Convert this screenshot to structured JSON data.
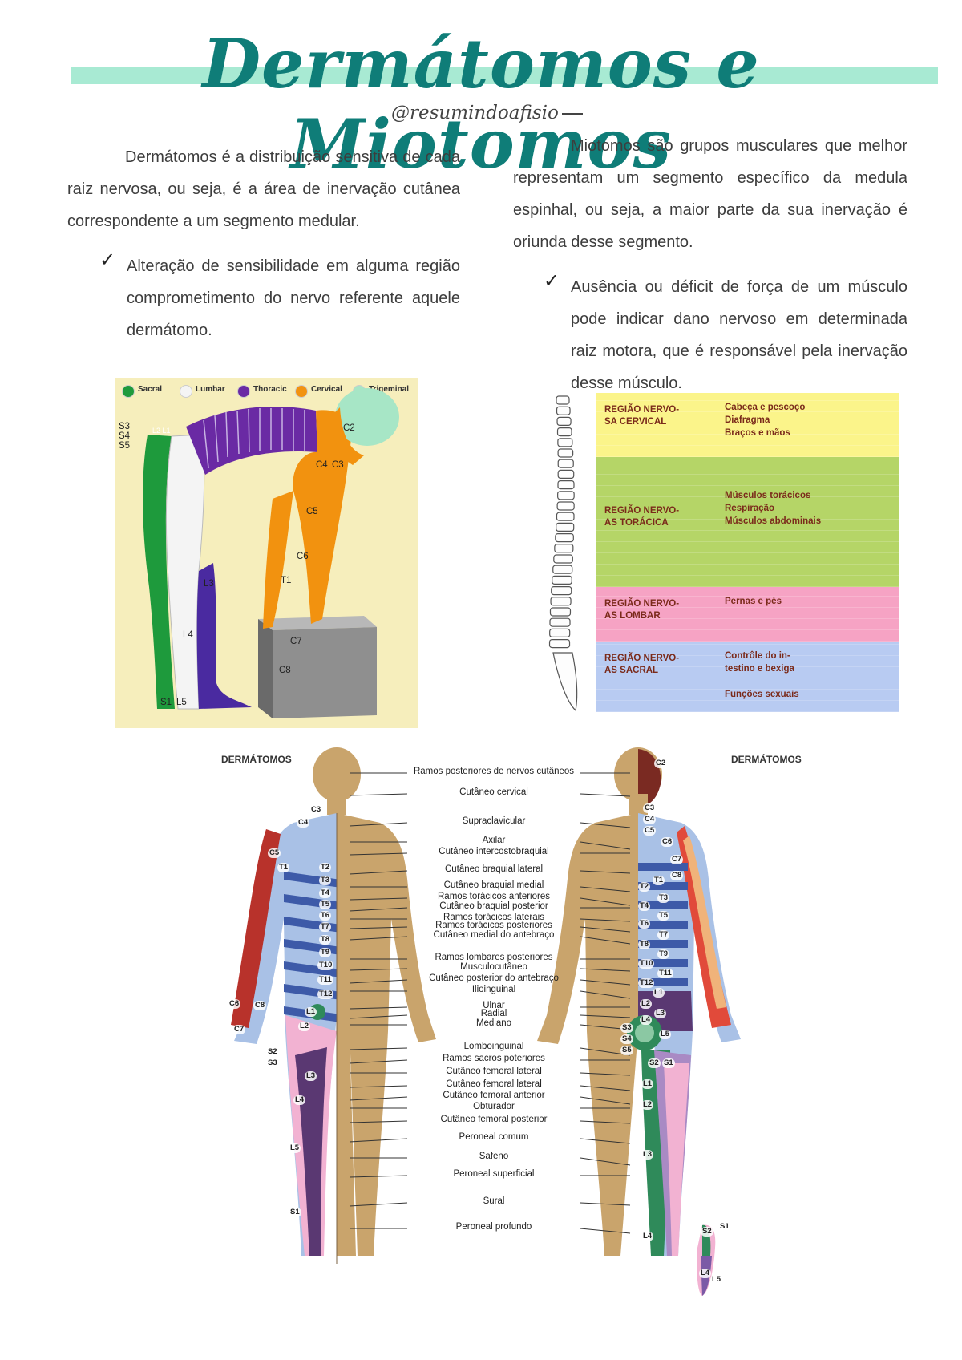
{
  "page": {
    "title": "Dermátomos e Miotomos",
    "handle": "@resumindoafisio"
  },
  "left_column": {
    "paragraph": "Dermátomos é a distribuição sensitiva de cada raiz nervosa, ou seja, é a área de inervação cutânea correspondente a um segmento medular.",
    "bullet": "Alteração de sensibilidade em alguma região comprometimento do nervo referente aquele dermátomo."
  },
  "right_column": {
    "paragraph": "Miotomos são grupos musculares que melhor representam um segmento específico da medula espinhal, ou seja, a maior parte da sua inervação é oriunda desse segmento.",
    "bullet": "Ausência ou déficit de força de um músculo pode indicar dano nervoso em determinada raiz motora, que é responsável pela inervação desse músculo."
  },
  "figure_bending": {
    "legend": [
      {
        "label": "Sacral",
        "color": "#1e9a3c"
      },
      {
        "label": "Lumbar",
        "color": "#f4f4f4"
      },
      {
        "label": "Thoracic",
        "color": "#6a2aa4"
      },
      {
        "label": "Cervical",
        "color": "#f2920f"
      },
      {
        "label": "Trigeminal",
        "color": "#a7e6c6"
      }
    ],
    "labels": [
      "S3",
      "S4",
      "S5",
      "L1",
      "L2",
      "L3",
      "L4",
      "L5",
      "C2",
      "C3",
      "C4",
      "C5",
      "C6",
      "C7",
      "C8",
      "T1",
      "S1"
    ],
    "background": "#f6eebc",
    "box_color": "#8a8a8a"
  },
  "figure_spine": {
    "regions": [
      {
        "name": "REGIÃO NERVO-\nSA CERVICAL",
        "functions": "Cabeça e pescoço\nDiafragma\nBraços e mãos",
        "color": "#fbf48a"
      },
      {
        "name": "REGIÃO NERVO-\nAS TORÁCICA",
        "functions": "Músculos torácicos\nRespiração\nMúsculos abdominais",
        "color": "#b5d567"
      },
      {
        "name": "REGIÃO NERVO-\nAS LOMBAR",
        "functions": "Pernas e pés",
        "color": "#f6a3c4"
      },
      {
        "name": "REGIÃO NERVO-\nAS SACRAL",
        "functions": "Contrôle do in-\ntestino e bexiga\n\nFunções sexuais",
        "color": "#b8cbf2"
      }
    ]
  },
  "figure_body": {
    "heading_left": "DERMÁTOMOS",
    "heading_right": "DERMÁTOMOS",
    "nerves": [
      "Ramos posteriores de nervos cutâneos",
      "Cutâneo cervical",
      "Supraclavicular",
      "Axilar",
      "Cutâneo intercostobraquial",
      "Cutâneo braquial lateral",
      "Cutâneo braquial medial",
      "Ramos torácicos anteriores",
      "Cutâneo braquial posterior",
      "Ramos torácicos laterais",
      "Ramos torácicos posteriores",
      "Cutâneo medial do antebraço",
      "Ramos lombares posteriores",
      "Musculocutâneo",
      "Cutâneo posterior do antebraço",
      "Ilioinguinal",
      "Ulnar",
      "Radial",
      "Mediano",
      "Lomboinguinal",
      "Ramos sacros poteriores",
      "Cutâneo femoral lateral",
      "Cutâneo femoral lateral",
      "Cutâneo femoral anterior",
      "Obturador",
      "Cutâneo femoral posterior",
      "Peroneal comum",
      "Safeno",
      "Peroneal superficial",
      "Sural",
      "Peroneal profundo"
    ],
    "left_labels": [
      "C3",
      "C4",
      "C5",
      "T1",
      "T2",
      "T3",
      "T4",
      "T5",
      "T6",
      "T7",
      "T8",
      "T9",
      "T10",
      "T11",
      "T12",
      "C6",
      "C8",
      "C7",
      "L1",
      "L2",
      "S2",
      "S3",
      "L3",
      "L4",
      "L5",
      "S1"
    ],
    "right_labels": [
      "C2",
      "C3",
      "C4",
      "C5",
      "C6",
      "C7",
      "C8",
      "T1",
      "T2",
      "T3",
      "T4",
      "T5",
      "T6",
      "T7",
      "T8",
      "T9",
      "T10",
      "T11",
      "T12",
      "L1",
      "L2",
      "L3",
      "L4",
      "L5",
      "S3",
      "S4",
      "S5",
      "S2",
      "S1",
      "L1",
      "L2",
      "L3",
      "L4",
      "S2",
      "S1",
      "L4",
      "L5"
    ],
    "colors": {
      "skin": "#c9a46c",
      "cervical": "#b8322b",
      "thoracic_dark": "#3d5aa8",
      "thoracic_light": "#a9c1e6",
      "lumbar_dark": "#5a3872",
      "lumbar_light": "#f2b2d2",
      "sacral": "#2f8a5a"
    }
  }
}
